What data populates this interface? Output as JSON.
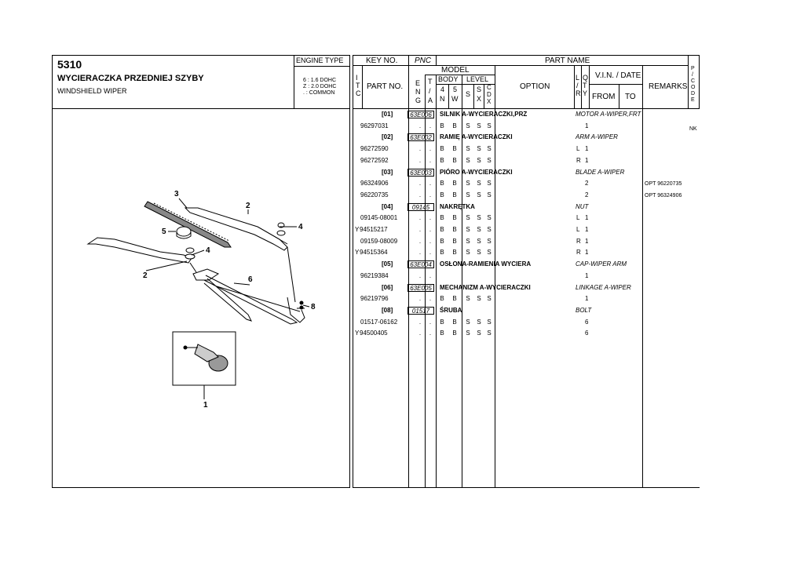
{
  "left_header": {
    "code": "5310",
    "title_pl": "WYCIERACZKA PRZEDNIEJ SZYBY",
    "title_en": "WINDSHIELD WIPER",
    "engine_type_label": "ENGINE TYPE",
    "engine_types": [
      "6 : 1.6 DOHC",
      "Z : 2.0 DOHC",
      ". : COMMON"
    ]
  },
  "table_header": {
    "key_no": "KEY NO.",
    "pnc": "PNC",
    "part_name": "PART NAME",
    "itc": [
      "I",
      "T",
      "C"
    ],
    "part_no": "PART NO.",
    "model": "MODEL",
    "eng": [
      "E",
      "N",
      "G"
    ],
    "ta": [
      "T",
      "/",
      "A"
    ],
    "body": "BODY",
    "level": "LEVEL",
    "body_4": [
      "4",
      "N"
    ],
    "body_5": [
      "5",
      "W"
    ],
    "s": "S",
    "sx": [
      "S",
      "X"
    ],
    "cdx": [
      "C",
      "D",
      "X"
    ],
    "option": "OPTION",
    "lr": [
      "L",
      "/",
      "R"
    ],
    "qty": [
      "Q",
      "T",
      "Y"
    ],
    "vin_date": "V.I.N. / DATE",
    "from": "FROM",
    "to": "TO",
    "remarks": "REMARKS",
    "pcode": [
      "P",
      "/",
      "C",
      "O",
      "D",
      "E"
    ]
  },
  "rows": [
    {
      "type": "group",
      "key": "[01]",
      "pnc": "63E006",
      "name_pl": "SILNIK A-WYCIERACZKI,PRZ",
      "name_en": "MOTOR A-WIPER,FRT"
    },
    {
      "type": "part",
      "itc": "",
      "part_no": "96297031",
      "eng": ".",
      "ta": ".",
      "b4": "B",
      "b5": "B",
      "s": "S",
      "sx": "S",
      "cdx": "S",
      "lr": "",
      "qty": "1",
      "remarks": "",
      "pcode": "NK"
    },
    {
      "type": "group",
      "key": "[02]",
      "pnc": "63E002",
      "name_pl": "RAMIĘ A-WYCIERACZKI",
      "name_en": "ARM A-WIPER"
    },
    {
      "type": "part",
      "itc": "",
      "part_no": "96272590",
      "eng": ".",
      "ta": ".",
      "b4": "B",
      "b5": "B",
      "s": "S",
      "sx": "S",
      "cdx": "S",
      "lr": "L",
      "qty": "1",
      "remarks": "",
      "pcode": ""
    },
    {
      "type": "part",
      "itc": "",
      "part_no": "96272592",
      "eng": ".",
      "ta": ".",
      "b4": "B",
      "b5": "B",
      "s": "S",
      "sx": "S",
      "cdx": "S",
      "lr": "R",
      "qty": "1",
      "remarks": "",
      "pcode": ""
    },
    {
      "type": "group",
      "key": "[03]",
      "pnc": "63E003",
      "name_pl": "PIÓRO A-WYCIERACZKI",
      "name_en": "BLADE A-WIPER"
    },
    {
      "type": "part",
      "itc": "",
      "part_no": "96324906",
      "eng": ".",
      "ta": ".",
      "b4": "B",
      "b5": "B",
      "s": "S",
      "sx": "S",
      "cdx": "S",
      "lr": "",
      "qty": "2",
      "remarks": "OPT 96220735",
      "pcode": ""
    },
    {
      "type": "part",
      "itc": "",
      "part_no": "96220735",
      "eng": ".",
      "ta": ".",
      "b4": "B",
      "b5": "B",
      "s": "S",
      "sx": "S",
      "cdx": "S",
      "lr": "",
      "qty": "2",
      "remarks": "OPT 96324906",
      "pcode": ""
    },
    {
      "type": "group",
      "key": "[04]",
      "pnc": "09145",
      "name_pl": "NAKRĘTKA",
      "name_en": "NUT"
    },
    {
      "type": "part",
      "itc": "",
      "part_no": "09145-08001",
      "eng": ".",
      "ta": ".",
      "b4": "B",
      "b5": "B",
      "s": "S",
      "sx": "S",
      "cdx": "S",
      "lr": "L",
      "qty": "1",
      "remarks": "",
      "pcode": ""
    },
    {
      "type": "part",
      "itc": "Y",
      "part_no": "94515217",
      "eng": ".",
      "ta": ".",
      "b4": "B",
      "b5": "B",
      "s": "S",
      "sx": "S",
      "cdx": "S",
      "lr": "L",
      "qty": "1",
      "remarks": "",
      "pcode": ""
    },
    {
      "type": "part",
      "itc": "",
      "part_no": "09159-08009",
      "eng": ".",
      "ta": ".",
      "b4": "B",
      "b5": "B",
      "s": "S",
      "sx": "S",
      "cdx": "S",
      "lr": "R",
      "qty": "1",
      "remarks": "",
      "pcode": ""
    },
    {
      "type": "part",
      "itc": "Y",
      "part_no": "94515364",
      "eng": ".",
      "ta": ".",
      "b4": "B",
      "b5": "B",
      "s": "S",
      "sx": "S",
      "cdx": "S",
      "lr": "R",
      "qty": "1",
      "remarks": "",
      "pcode": ""
    },
    {
      "type": "group",
      "key": "[05]",
      "pnc": "63E004",
      "name_pl": "OSŁONA-RAMIENIA WYCIERA",
      "name_en": "CAP-WIPER ARM"
    },
    {
      "type": "part",
      "itc": "",
      "part_no": "96219384",
      "eng": ".",
      "ta": ".",
      "b4": "",
      "b5": "",
      "s": "",
      "sx": "",
      "cdx": "",
      "lr": "",
      "qty": "1",
      "remarks": "",
      "pcode": ""
    },
    {
      "type": "group",
      "key": "[06]",
      "pnc": "63E005",
      "name_pl": "MECHANIZM A-WYCIERACZKI",
      "name_en": "LINKAGE A-WIPER"
    },
    {
      "type": "part",
      "itc": "",
      "part_no": "96219796",
      "eng": ".",
      "ta": ".",
      "b4": "B",
      "b5": "B",
      "s": "S",
      "sx": "S",
      "cdx": "S",
      "lr": "",
      "qty": "1",
      "remarks": "",
      "pcode": ""
    },
    {
      "type": "group",
      "key": "[08]",
      "pnc": "01517",
      "name_pl": "ŚRUBA",
      "name_en": "BOLT"
    },
    {
      "type": "part",
      "itc": "",
      "part_no": "01517-06162",
      "eng": ".",
      "ta": ".",
      "b4": "B",
      "b5": "B",
      "s": "S",
      "sx": "S",
      "cdx": "S",
      "lr": "",
      "qty": "6",
      "remarks": "",
      "pcode": ""
    },
    {
      "type": "part",
      "itc": "Y",
      "part_no": "94500405",
      "eng": ".",
      "ta": ".",
      "b4": "B",
      "b5": "B",
      "s": "S",
      "sx": "S",
      "cdx": "S",
      "lr": "",
      "qty": "6",
      "remarks": "",
      "pcode": ""
    }
  ],
  "diagram_callouts": [
    "3",
    "2",
    "5",
    "4",
    "4",
    "2",
    "6",
    "8",
    "1"
  ]
}
